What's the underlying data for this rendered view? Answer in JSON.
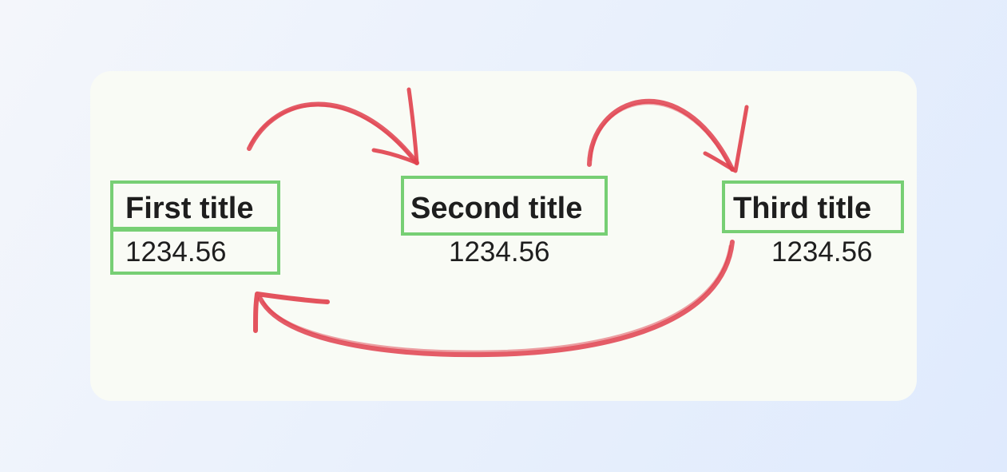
{
  "colors": {
    "arrow": "#e0404d",
    "highlight_box": "#77cf74",
    "card": "#f9fbf5",
    "text": "#1e1e1e"
  },
  "items": [
    {
      "title": "First title",
      "value": "1234.56"
    },
    {
      "title": "Second title",
      "value": "1234.56"
    },
    {
      "title": "Third title",
      "value": "1234.56"
    }
  ]
}
